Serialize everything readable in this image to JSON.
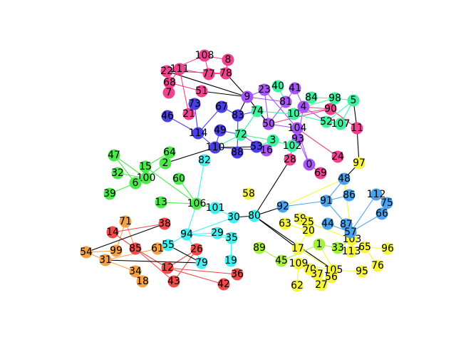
{
  "colors": {
    "pink": "#f0428e",
    "purple": "#a855f7",
    "blue": "#4a3ee6",
    "mint": "#3ef0a0",
    "green": "#4de84d",
    "cyan": "#42f0f0",
    "yellow": "#f5f53d",
    "sky": "#4aa3ec",
    "lime": "#a8f03e",
    "orange": "#f5a045",
    "red": "#f04a4a",
    "black": "#000000"
  },
  "nodes": [
    {
      "id": "108",
      "color": "pink"
    },
    {
      "id": "8",
      "color": "pink"
    },
    {
      "id": "22",
      "color": "pink"
    },
    {
      "id": "111",
      "color": "pink"
    },
    {
      "id": "77",
      "color": "pink"
    },
    {
      "id": "78",
      "color": "pink"
    },
    {
      "id": "68",
      "color": "pink"
    },
    {
      "id": "7",
      "color": "pink"
    },
    {
      "id": "51",
      "color": "pink"
    },
    {
      "id": "21",
      "color": "pink"
    },
    {
      "id": "9",
      "color": "purple"
    },
    {
      "id": "23",
      "color": "purple"
    },
    {
      "id": "41",
      "color": "purple"
    },
    {
      "id": "4",
      "color": "purple"
    },
    {
      "id": "50",
      "color": "purple"
    },
    {
      "id": "104",
      "color": "purple"
    },
    {
      "id": "93",
      "color": "purple"
    },
    {
      "id": "0",
      "color": "purple"
    },
    {
      "id": "16",
      "color": "purple"
    },
    {
      "id": "81",
      "color": "purple"
    },
    {
      "id": "90",
      "color": "pink"
    },
    {
      "id": "11",
      "color": "pink"
    },
    {
      "id": "24",
      "color": "pink"
    },
    {
      "id": "69",
      "color": "pink"
    },
    {
      "id": "28",
      "color": "pink"
    },
    {
      "id": "40",
      "color": "mint"
    },
    {
      "id": "84",
      "color": "mint"
    },
    {
      "id": "98",
      "color": "mint"
    },
    {
      "id": "5",
      "color": "mint"
    },
    {
      "id": "10",
      "color": "mint"
    },
    {
      "id": "52",
      "color": "mint"
    },
    {
      "id": "107",
      "color": "mint"
    },
    {
      "id": "74",
      "color": "mint"
    },
    {
      "id": "72",
      "color": "mint"
    },
    {
      "id": "3",
      "color": "mint"
    },
    {
      "id": "102",
      "color": "mint"
    },
    {
      "id": "73",
      "color": "blue"
    },
    {
      "id": "67",
      "color": "blue"
    },
    {
      "id": "46",
      "color": "blue"
    },
    {
      "id": "83",
      "color": "blue"
    },
    {
      "id": "114",
      "color": "blue"
    },
    {
      "id": "49",
      "color": "blue"
    },
    {
      "id": "110",
      "color": "blue"
    },
    {
      "id": "88",
      "color": "blue"
    },
    {
      "id": "53",
      "color": "blue"
    },
    {
      "id": "47",
      "color": "green"
    },
    {
      "id": "64",
      "color": "green"
    },
    {
      "id": "15",
      "color": "green"
    },
    {
      "id": "2",
      "color": "green"
    },
    {
      "id": "32",
      "color": "green"
    },
    {
      "id": "100",
      "color": "green"
    },
    {
      "id": "6",
      "color": "green"
    },
    {
      "id": "39",
      "color": "green"
    },
    {
      "id": "60",
      "color": "green"
    },
    {
      "id": "13",
      "color": "green"
    },
    {
      "id": "106",
      "color": "green"
    },
    {
      "id": "82",
      "color": "cyan"
    },
    {
      "id": "101",
      "color": "cyan"
    },
    {
      "id": "30",
      "color": "cyan"
    },
    {
      "id": "94",
      "color": "cyan"
    },
    {
      "id": "29",
      "color": "cyan"
    },
    {
      "id": "35",
      "color": "cyan"
    },
    {
      "id": "55",
      "color": "cyan"
    },
    {
      "id": "79",
      "color": "cyan"
    },
    {
      "id": "19",
      "color": "cyan"
    },
    {
      "id": "80",
      "color": "cyan"
    },
    {
      "id": "58",
      "color": "yellow"
    },
    {
      "id": "97",
      "color": "yellow"
    },
    {
      "id": "63",
      "color": "yellow"
    },
    {
      "id": "59",
      "color": "yellow"
    },
    {
      "id": "25",
      "color": "yellow"
    },
    {
      "id": "20",
      "color": "yellow"
    },
    {
      "id": "17",
      "color": "yellow"
    },
    {
      "id": "109",
      "color": "yellow"
    },
    {
      "id": "70",
      "color": "yellow"
    },
    {
      "id": "105",
      "color": "yellow"
    },
    {
      "id": "37",
      "color": "yellow"
    },
    {
      "id": "56",
      "color": "yellow"
    },
    {
      "id": "62",
      "color": "yellow"
    },
    {
      "id": "27",
      "color": "yellow"
    },
    {
      "id": "95",
      "color": "yellow"
    },
    {
      "id": "76",
      "color": "yellow"
    },
    {
      "id": "96",
      "color": "yellow"
    },
    {
      "id": "65",
      "color": "yellow"
    },
    {
      "id": "113",
      "color": "yellow"
    },
    {
      "id": "103",
      "color": "yellow"
    },
    {
      "id": "48",
      "color": "sky"
    },
    {
      "id": "91",
      "color": "sky"
    },
    {
      "id": "86",
      "color": "sky"
    },
    {
      "id": "112",
      "color": "sky"
    },
    {
      "id": "75",
      "color": "sky"
    },
    {
      "id": "66",
      "color": "sky"
    },
    {
      "id": "92",
      "color": "sky"
    },
    {
      "id": "44",
      "color": "sky"
    },
    {
      "id": "87",
      "color": "sky"
    },
    {
      "id": "57",
      "color": "sky"
    },
    {
      "id": "89",
      "color": "lime"
    },
    {
      "id": "45",
      "color": "lime"
    },
    {
      "id": "1",
      "color": "lime"
    },
    {
      "id": "33",
      "color": "lime"
    },
    {
      "id": "71",
      "color": "orange"
    },
    {
      "id": "99",
      "color": "orange"
    },
    {
      "id": "54",
      "color": "orange"
    },
    {
      "id": "31",
      "color": "orange"
    },
    {
      "id": "61",
      "color": "orange"
    },
    {
      "id": "34",
      "color": "orange"
    },
    {
      "id": "18",
      "color": "orange"
    },
    {
      "id": "38",
      "color": "red"
    },
    {
      "id": "14",
      "color": "red"
    },
    {
      "id": "85",
      "color": "red"
    },
    {
      "id": "26",
      "color": "red"
    },
    {
      "id": "12",
      "color": "red"
    },
    {
      "id": "43",
      "color": "red"
    },
    {
      "id": "36",
      "color": "red"
    },
    {
      "id": "42",
      "color": "red"
    }
  ],
  "edges": [
    [
      "108",
      "8",
      "pink"
    ],
    [
      "108",
      "22",
      "pink"
    ],
    [
      "108",
      "77",
      "pink"
    ],
    [
      "8",
      "78",
      "pink"
    ],
    [
      "22",
      "78",
      "pink"
    ],
    [
      "22",
      "9",
      "black"
    ],
    [
      "111",
      "77",
      "pink"
    ],
    [
      "111",
      "68",
      "pink"
    ],
    [
      "111",
      "21",
      "pink"
    ],
    [
      "77",
      "78",
      "pink"
    ],
    [
      "78",
      "9",
      "black"
    ],
    [
      "68",
      "51",
      "pink"
    ],
    [
      "68",
      "7",
      "pink"
    ],
    [
      "51",
      "9",
      "black"
    ],
    [
      "21",
      "73",
      "pink"
    ],
    [
      "9",
      "23",
      "purple"
    ],
    [
      "9",
      "81",
      "purple"
    ],
    [
      "9",
      "50",
      "black"
    ],
    [
      "9",
      "83",
      "black"
    ],
    [
      "23",
      "104",
      "purple"
    ],
    [
      "23",
      "50",
      "purple"
    ],
    [
      "41",
      "4",
      "purple"
    ],
    [
      "41",
      "81",
      "purple"
    ],
    [
      "4",
      "93",
      "purple"
    ],
    [
      "4",
      "90",
      "pink"
    ],
    [
      "4",
      "98",
      "mint"
    ],
    [
      "4",
      "52",
      "purple"
    ],
    [
      "50",
      "104",
      "purple"
    ],
    [
      "50",
      "74",
      "purple"
    ],
    [
      "104",
      "0",
      "purple"
    ],
    [
      "104",
      "93",
      "purple"
    ],
    [
      "104",
      "24",
      "pink"
    ],
    [
      "93",
      "102",
      "purple"
    ],
    [
      "93",
      "0",
      "purple"
    ],
    [
      "16",
      "72",
      "purple"
    ],
    [
      "81",
      "50",
      "purple"
    ],
    [
      "90",
      "11",
      "pink"
    ],
    [
      "90",
      "50",
      "pink"
    ],
    [
      "90",
      "10",
      "pink"
    ],
    [
      "0",
      "69",
      "pink"
    ],
    [
      "102",
      "28",
      "purple"
    ],
    [
      "40",
      "81",
      "mint"
    ],
    [
      "84",
      "98",
      "mint"
    ],
    [
      "84",
      "10",
      "mint"
    ],
    [
      "98",
      "5",
      "mint"
    ],
    [
      "5",
      "52",
      "mint"
    ],
    [
      "5",
      "107",
      "mint"
    ],
    [
      "5",
      "11",
      "black"
    ],
    [
      "10",
      "52",
      "mint"
    ],
    [
      "107",
      "52",
      "mint"
    ],
    [
      "74",
      "10",
      "mint"
    ],
    [
      "74",
      "72",
      "mint"
    ],
    [
      "72",
      "3",
      "mint"
    ],
    [
      "72",
      "110",
      "mint"
    ],
    [
      "3",
      "53",
      "mint"
    ],
    [
      "3",
      "102",
      "mint"
    ],
    [
      "11",
      "97",
      "black"
    ],
    [
      "73",
      "114",
      "blue"
    ],
    [
      "67",
      "114",
      "blue"
    ],
    [
      "67",
      "83",
      "blue"
    ],
    [
      "46",
      "114",
      "blue"
    ],
    [
      "83",
      "88",
      "blue"
    ],
    [
      "83",
      "74",
      "blue"
    ],
    [
      "114",
      "110",
      "blue"
    ],
    [
      "49",
      "110",
      "blue"
    ],
    [
      "49",
      "72",
      "blue"
    ],
    [
      "110",
      "53",
      "black"
    ],
    [
      "110",
      "16",
      "blue"
    ],
    [
      "110",
      "2",
      "black"
    ],
    [
      "47",
      "100",
      "green"
    ],
    [
      "47",
      "6",
      "green"
    ],
    [
      "64",
      "15",
      "green"
    ],
    [
      "15",
      "100",
      "green"
    ],
    [
      "2",
      "100",
      "green"
    ],
    [
      "32",
      "100",
      "green"
    ],
    [
      "6",
      "39",
      "green"
    ],
    [
      "6",
      "100",
      "green"
    ],
    [
      "15",
      "106",
      "green"
    ],
    [
      "60",
      "106",
      "green"
    ],
    [
      "13",
      "106",
      "green"
    ],
    [
      "106",
      "101",
      "green"
    ],
    [
      "82",
      "106",
      "cyan"
    ],
    [
      "106",
      "94",
      "cyan"
    ],
    [
      "101",
      "30",
      "cyan"
    ],
    [
      "94",
      "30",
      "cyan"
    ],
    [
      "94",
      "29",
      "cyan"
    ],
    [
      "94",
      "35",
      "cyan"
    ],
    [
      "94",
      "55",
      "cyan"
    ],
    [
      "94",
      "79",
      "cyan"
    ],
    [
      "29",
      "35",
      "cyan"
    ],
    [
      "35",
      "19",
      "cyan"
    ],
    [
      "30",
      "80",
      "black"
    ],
    [
      "80",
      "28",
      "black"
    ],
    [
      "80",
      "92",
      "black"
    ],
    [
      "80",
      "17",
      "black"
    ],
    [
      "80",
      "105",
      "black"
    ],
    [
      "92",
      "48",
      "yellow"
    ],
    [
      "92",
      "91",
      "sky"
    ],
    [
      "91",
      "48",
      "sky"
    ],
    [
      "91",
      "86",
      "sky"
    ],
    [
      "91",
      "87",
      "sky"
    ],
    [
      "112",
      "75",
      "sky"
    ],
    [
      "112",
      "57",
      "sky"
    ],
    [
      "66",
      "57",
      "sky"
    ],
    [
      "44",
      "57",
      "sky"
    ],
    [
      "87",
      "57",
      "sky"
    ],
    [
      "48",
      "97",
      "black"
    ],
    [
      "48",
      "103",
      "yellow"
    ],
    [
      "59",
      "25",
      "yellow"
    ],
    [
      "59",
      "20",
      "yellow"
    ],
    [
      "63",
      "20",
      "yellow"
    ],
    [
      "25",
      "103",
      "yellow"
    ],
    [
      "20",
      "17",
      "yellow"
    ],
    [
      "17",
      "105",
      "yellow"
    ],
    [
      "109",
      "70",
      "yellow"
    ],
    [
      "109",
      "105",
      "yellow"
    ],
    [
      "70",
      "37",
      "yellow"
    ],
    [
      "105",
      "56",
      "yellow"
    ],
    [
      "105",
      "95",
      "yellow"
    ],
    [
      "105",
      "27",
      "yellow"
    ],
    [
      "105",
      "1",
      "yellow"
    ],
    [
      "33",
      "113",
      "yellow"
    ],
    [
      "113",
      "65",
      "yellow"
    ],
    [
      "65",
      "96",
      "yellow"
    ],
    [
      "65",
      "76",
      "yellow"
    ],
    [
      "103",
      "113",
      "yellow"
    ],
    [
      "62",
      "109",
      "yellow"
    ],
    [
      "89",
      "45",
      "lime"
    ],
    [
      "45",
      "1",
      "lime"
    ],
    [
      "1",
      "33",
      "lime"
    ],
    [
      "33",
      "103",
      "lime"
    ],
    [
      "71",
      "99",
      "orange"
    ],
    [
      "71",
      "85",
      "orange"
    ],
    [
      "99",
      "54",
      "orange"
    ],
    [
      "31",
      "54",
      "orange"
    ],
    [
      "31",
      "34",
      "orange"
    ],
    [
      "34",
      "18",
      "orange"
    ],
    [
      "61",
      "31",
      "orange"
    ],
    [
      "38",
      "14",
      "red"
    ],
    [
      "14",
      "85",
      "red"
    ],
    [
      "85",
      "12",
      "red"
    ],
    [
      "85",
      "43",
      "red"
    ],
    [
      "26",
      "12",
      "red"
    ],
    [
      "26",
      "43",
      "red"
    ],
    [
      "12",
      "36",
      "red"
    ],
    [
      "12",
      "42",
      "red"
    ],
    [
      "55",
      "79",
      "black"
    ],
    [
      "79",
      "31",
      "black"
    ],
    [
      "54",
      "38",
      "black"
    ]
  ]
}
